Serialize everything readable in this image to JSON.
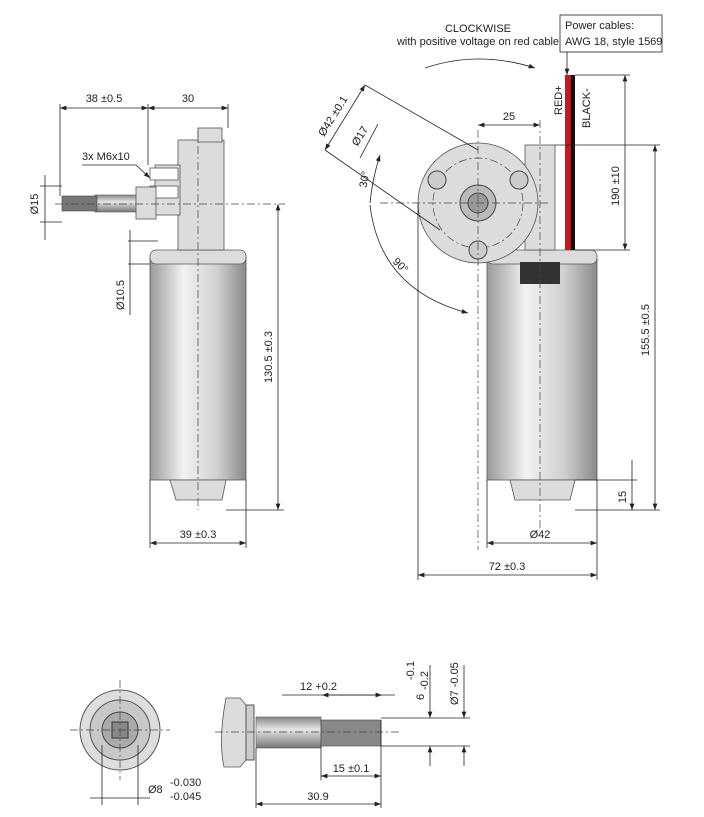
{
  "rotation": {
    "title": "CLOCKWISE",
    "subtitle": "with positive voltage on red cable"
  },
  "cables": {
    "title": "Power cables:",
    "spec": "AWG 18, style 1569",
    "red_label": "RED+",
    "black_label": "BLACK-",
    "red_color": "#c8171e",
    "black_color": "#111111"
  },
  "side_view": {
    "dim_shaft_len": "38 ±0.5",
    "dim_flange": "30",
    "screws": "3x M6x10",
    "dim_shaft_dia": "Ø15",
    "dim_boss_dia": "Ø10.5",
    "dim_height": "130.5 ±0.3",
    "dim_width": "39 ±0.3"
  },
  "front_view": {
    "dim_bolt_circle": "Ø42 ±0.1",
    "dim_hub": "Ø17",
    "angle_30": "30°",
    "angle_90": "90°",
    "dim_offset": "25",
    "dim_cable_len": "190 ±10",
    "dim_total_height": "155.5 ±0.5",
    "dim_end": "15",
    "dim_motor_dia": "Ø42",
    "dim_total_width": "72 ±0.3"
  },
  "shaft_detail": {
    "dim_dia_main": "Ø8",
    "dim_dia_tol_upper": "-0.030",
    "dim_dia_tol_lower": "-0.045",
    "dim_flat_start": "12 +0.2",
    "dim_flat_len": "15 ±0.1",
    "dim_shaft_total": "30.9",
    "dim_flat": "6",
    "dim_flat_tol_upper": "-0.1",
    "dim_flat_tol_lower": "-0.2",
    "dim_d_dia": "Ø7 -0.05"
  }
}
